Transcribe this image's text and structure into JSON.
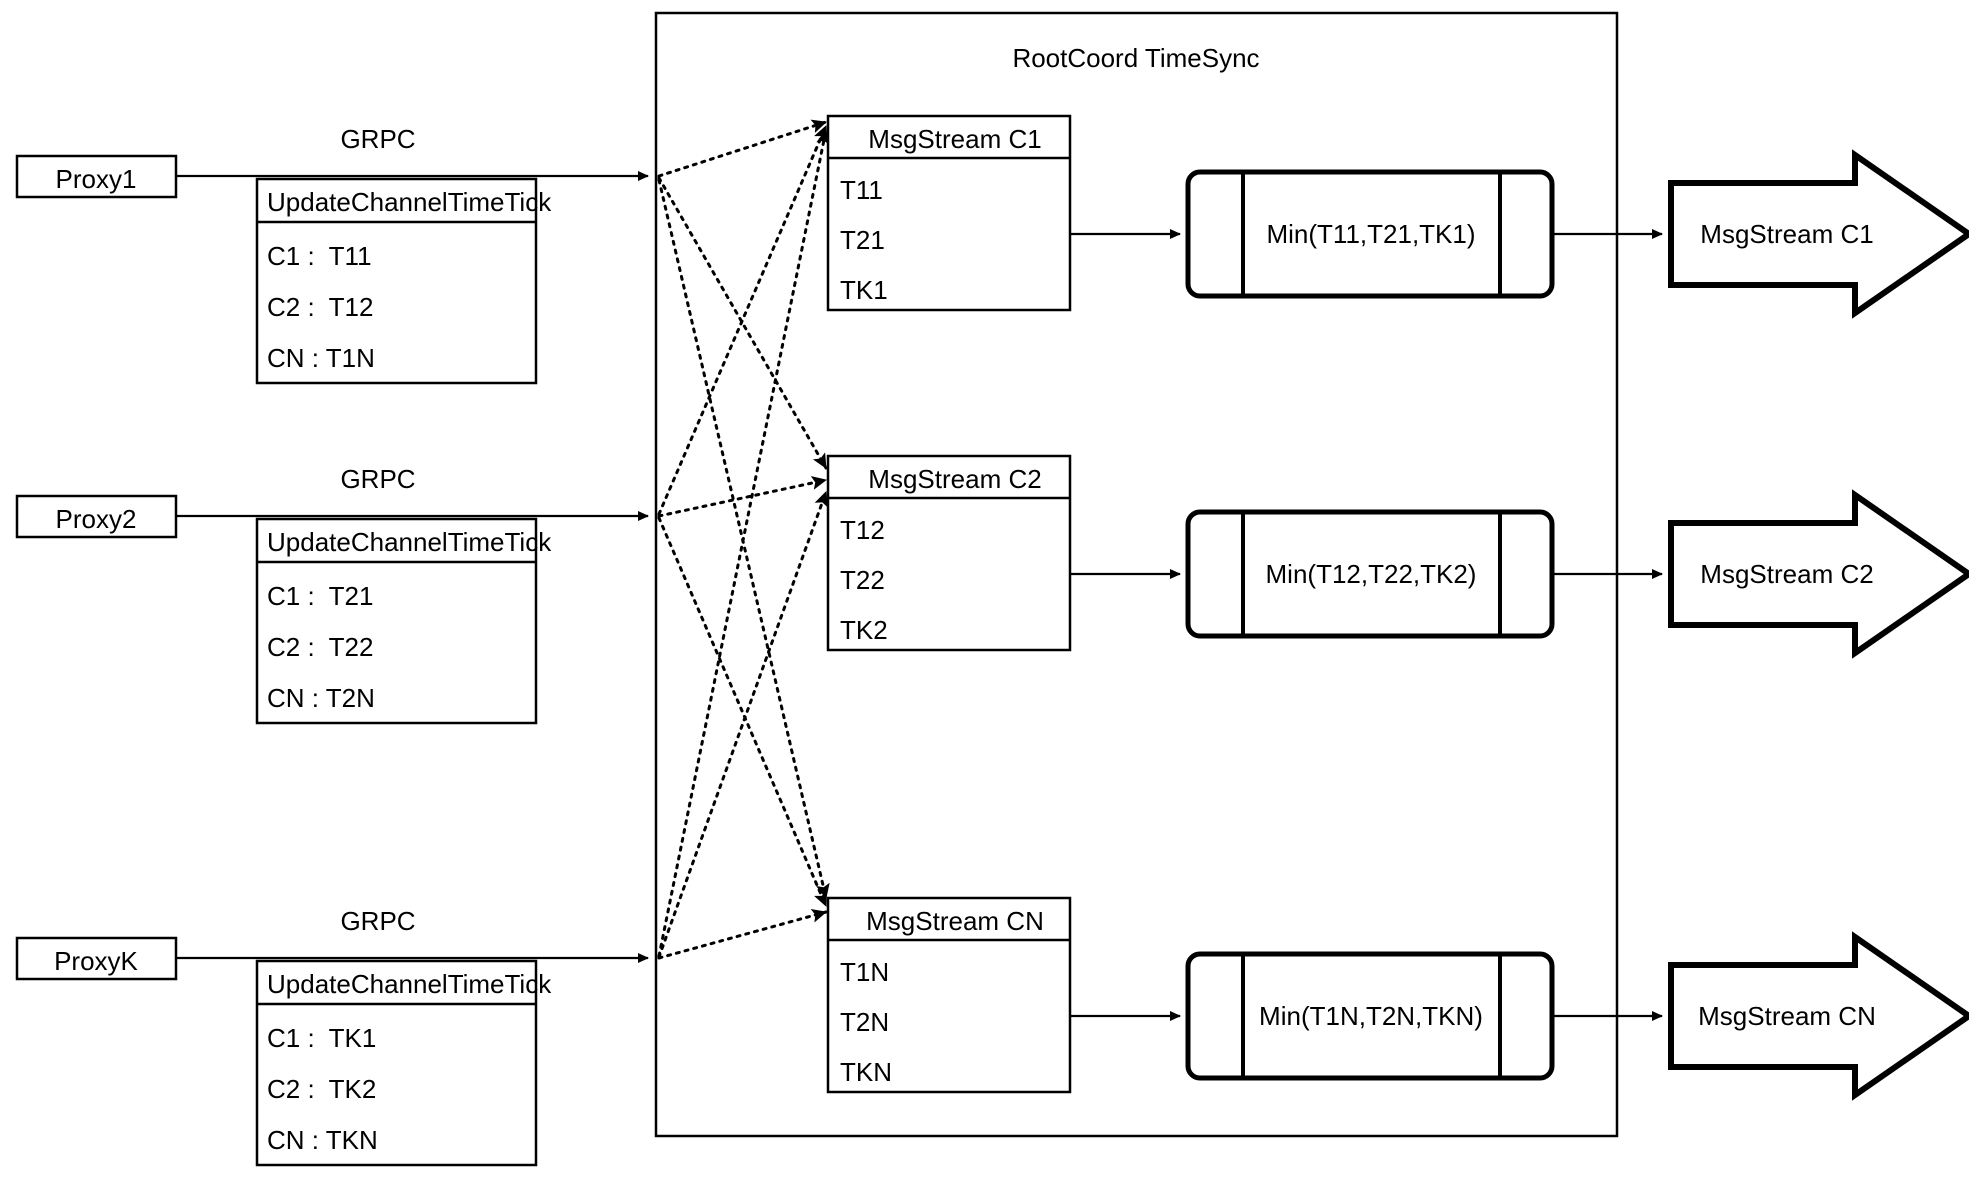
{
  "diagram": {
    "title": "RootCoord TimeSync",
    "container_label": "RootCoord TimeSync",
    "rows": [
      {
        "proxy": "Proxy1",
        "link_label": "GRPC",
        "table": {
          "header": "UpdateChannelTimeTick",
          "rows": [
            "C1 :  T11",
            "C2 :  T12",
            "CN : T1N"
          ]
        }
      },
      {
        "proxy": "Proxy2",
        "link_label": "GRPC",
        "table": {
          "header": "UpdateChannelTimeTick",
          "rows": [
            "C1 :  T21",
            "C2 :  T22",
            "CN : T2N"
          ]
        }
      },
      {
        "proxy": "ProxyK",
        "link_label": "GRPC",
        "table": {
          "header": "UpdateChannelTimeTick",
          "rows": [
            "C1 :  TK1",
            "C2 :  TK2",
            "CN : TKN"
          ]
        }
      }
    ],
    "channels": [
      {
        "msgstream": {
          "header": "MsgStream C1",
          "rows": [
            "T11",
            "T21",
            "TK1"
          ]
        },
        "process": "Min(T11,T21,TK1)",
        "output": "MsgStream C1"
      },
      {
        "msgstream": {
          "header": "MsgStream C2",
          "rows": [
            "T12",
            "T22",
            "TK2"
          ]
        },
        "process": "Min(T12,T22,TK2)",
        "output": "MsgStream C2"
      },
      {
        "msgstream": {
          "header": "MsgStream CN",
          "rows": [
            "T1N",
            "T2N",
            "TKN"
          ]
        },
        "process": "Min(T1N,T2N,TKN)",
        "output": "MsgStream CN"
      }
    ],
    "colors": {
      "stroke": "#000000",
      "background": "#ffffff",
      "text": "#000000"
    }
  }
}
